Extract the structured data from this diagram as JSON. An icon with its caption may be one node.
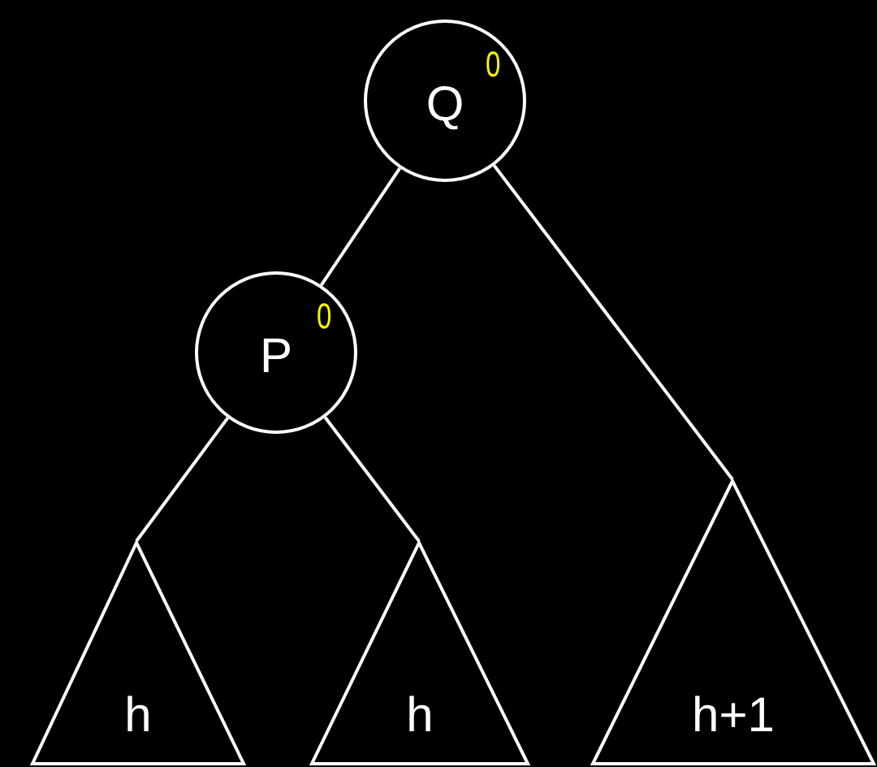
{
  "diagram": {
    "nodes": [
      {
        "text": [
          "Q",
          "0"
        ]
      },
      {
        "text": [
          "P",
          "0"
        ]
      },
      {
        "text": [
          "h"
        ]
      },
      {
        "text": [
          "h"
        ]
      },
      {
        "text": [
          "h+1"
        ]
      }
    ],
    "edges": [
      {
        "from": 0,
        "to": 1,
        "arrow": "none"
      },
      {
        "from": 0,
        "to": 4,
        "arrow": "none"
      },
      {
        "from": 1,
        "to": 2,
        "arrow": "none"
      },
      {
        "from": 1,
        "to": 3,
        "arrow": "none"
      }
    ]
  }
}
